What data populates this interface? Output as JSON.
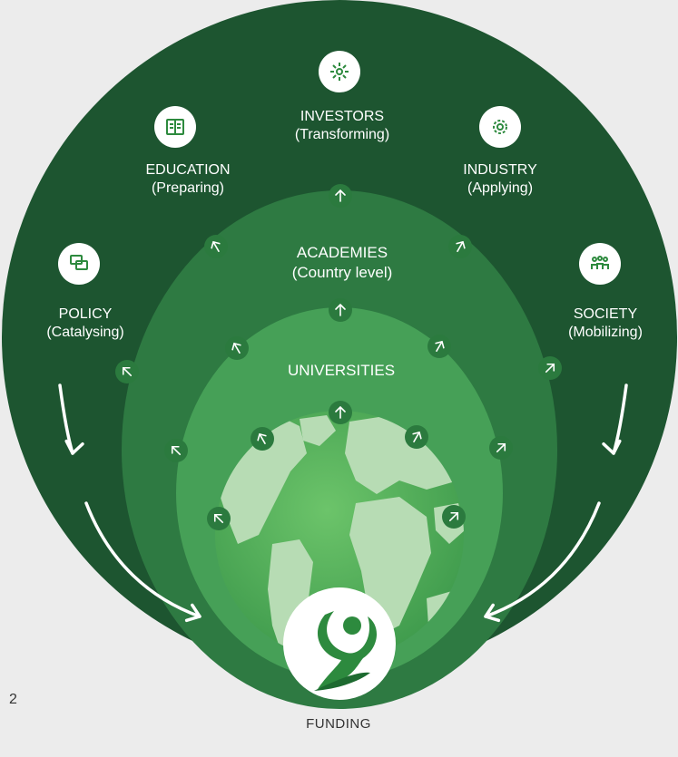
{
  "colors": {
    "outer_ring": "#1d5530",
    "academies_ring": "#2e7a42",
    "universities_ring": "#46a057",
    "globe_sea": "#5cb85c",
    "land": "#b7dcb4",
    "arrow_badge": "#2b7a3e"
  },
  "outer_stakeholders": [
    {
      "name": "POLICY",
      "role": "(Catalysing)",
      "icon": "speech-bubbles-icon"
    },
    {
      "name": "EDUCATION",
      "role": "(Preparing)",
      "icon": "open-book-icon"
    },
    {
      "name": "INVESTORS",
      "role": "(Transforming)",
      "icon": "sun-burst-icon"
    },
    {
      "name": "INDUSTRY",
      "role": "(Applying)",
      "icon": "gear-icon"
    },
    {
      "name": "SOCIETY",
      "role": "(Mobilizing)",
      "icon": "people-group-icon"
    }
  ],
  "academies": {
    "title": "ACADEMIES",
    "subtitle": "(Country level)"
  },
  "universities": {
    "title": "UNIVERSITIES"
  },
  "center_logo": "tree-figure-logo",
  "funding_label": "FUNDING",
  "page_number": "2"
}
